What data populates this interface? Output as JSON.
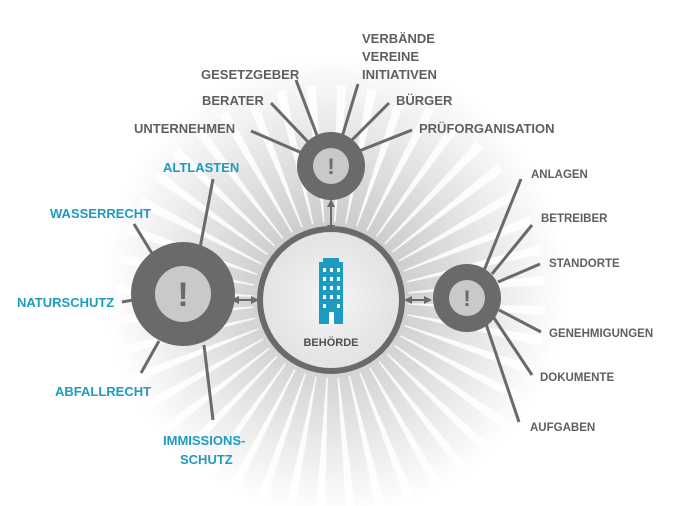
{
  "colors": {
    "hub_dark": "#6a6a6c",
    "hub_symbol_fill": "#c9c9c9",
    "center_ring": "#6a6a6c",
    "center_fill": "#ebebeb",
    "building": "#1e9bc2",
    "label_gray": "#5f5f60",
    "label_blue": "#1e9bc2"
  },
  "center": {
    "label": "BEHÖRDE",
    "icon": "office-building-icon"
  },
  "hubs": {
    "symbol": "!",
    "top_icon": "exclamation-icon",
    "left_icon": "exclamation-icon",
    "right_icon": "exclamation-icon"
  },
  "top_labels": {
    "unternehmen": "UNTERNEHMEN",
    "berater": "BERATER",
    "gesetzgeber": "GESETZGEBER",
    "verbaende_1": "VERBÄNDE",
    "verbaende_2": "VEREINE",
    "verbaende_3": "INITIATIVEN",
    "buerger": "BÜRGER",
    "pruef": "PRÜFORGANISATION"
  },
  "left_labels": {
    "altlasten": "ALTLASTEN",
    "wasserrecht": "WASSERRECHT",
    "naturschutz": "NATURSCHUTZ",
    "abfallrecht": "ABFALLRECHT",
    "immissions_1": "IMMISSIONS-",
    "immissions_2": "SCHUTZ"
  },
  "right_labels": {
    "anlagen": "ANLAGEN",
    "betreiber": "BETREIBER",
    "standorte": "STANDORTE",
    "genehmigungen": "GENEHMIGUNGEN",
    "dokumente": "DOKUMENTE",
    "aufgaben": "AUFGABEN"
  }
}
